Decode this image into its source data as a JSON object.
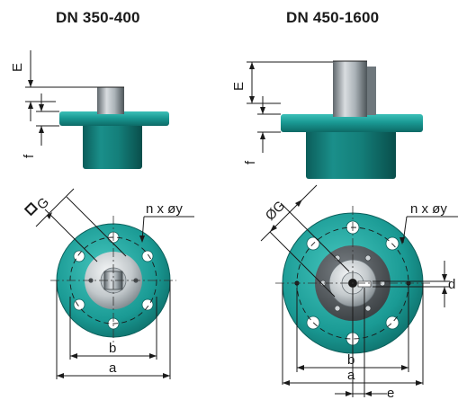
{
  "headings": {
    "left": "DN 350-400",
    "right": "DN 450-1600"
  },
  "labels": {
    "e": "E",
    "f": "f",
    "g": "G",
    "og": "ØG",
    "nxy": "n x øy",
    "a": "a",
    "b": "b",
    "d": "d",
    "e_small": "e"
  },
  "colors": {
    "flange_teal": "#1a9a94",
    "flange_dark": "#0f6f6a",
    "steel": "#9aa3a8",
    "hub_dark": "#4a4f53",
    "line": "#1a1a1a"
  }
}
